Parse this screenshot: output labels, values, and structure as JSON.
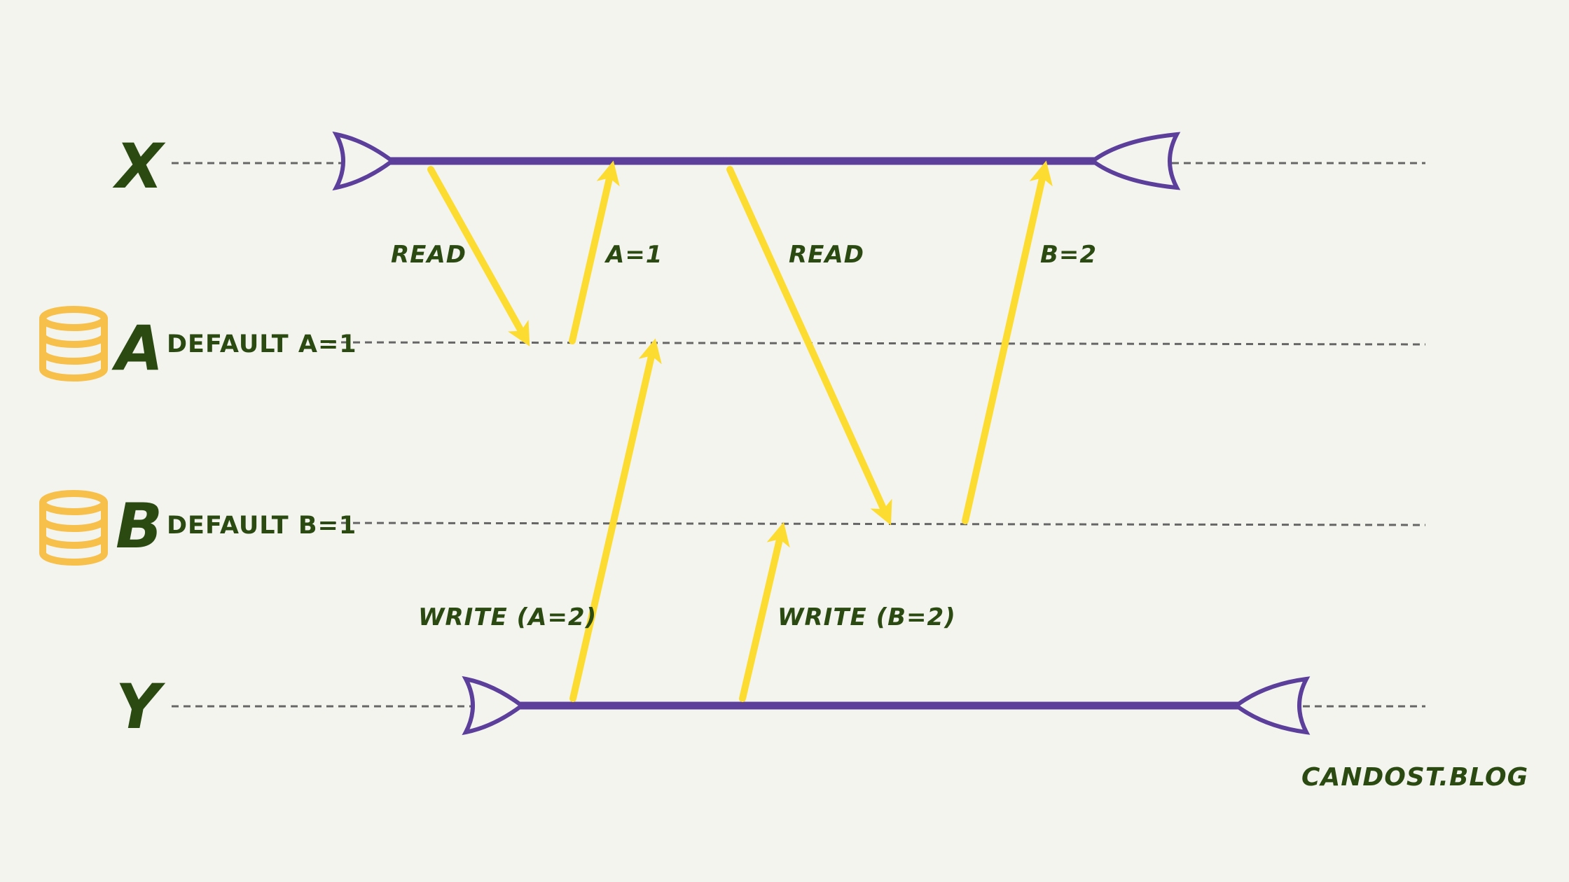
{
  "rows": {
    "x": {
      "label": "X"
    },
    "a": {
      "label": "A",
      "default": "DEFAULT A=1"
    },
    "b": {
      "label": "B",
      "default": "DEFAULT B=1"
    },
    "y": {
      "label": "Y"
    }
  },
  "messages": {
    "x_read_a": "READ",
    "a_reply": "A=1",
    "x_read_b": "READ",
    "b_reply": "B=2",
    "y_write_a": "WRITE (A=2)",
    "y_write_b": "WRITE (B=2)"
  },
  "brand": "CANDOST.BLOG",
  "colors": {
    "background": "#f4f4ef",
    "transaction_span": "#5c3f9a",
    "message_arrow": "#fddc32",
    "database_icon": "#f7c04a",
    "text": "#2a4a12",
    "lifeline": "#666666"
  },
  "icons": [
    "database-icon"
  ]
}
